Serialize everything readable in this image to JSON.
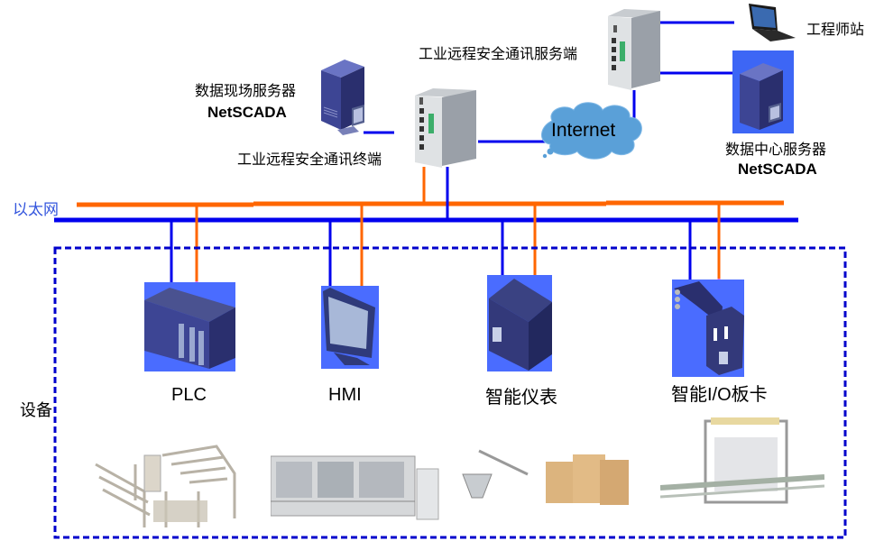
{
  "diagram": {
    "ethernet_label": "以太网",
    "equipment_label": "设备",
    "internet_label": "Internet",
    "site_server": {
      "line1": "数据现场服务器",
      "line2": "NetSCADA"
    },
    "terminal_label": "工业远程安全通讯终端",
    "server_end_label": "工业远程安全通讯服务端",
    "engineer_station_label": "工程师站",
    "center_server": {
      "line1": "数据中心服务器",
      "line2": "NetSCADA"
    },
    "devices": [
      {
        "label": "PLC"
      },
      {
        "label": "HMI"
      },
      {
        "label": "智能仪表"
      },
      {
        "label": "智能I/O板卡"
      }
    ],
    "machines": [
      {
        "name": "pipe-processing-machine"
      },
      {
        "name": "filling-machine"
      },
      {
        "name": "blow-molding-line"
      },
      {
        "name": "packing-machine"
      }
    ],
    "colors": {
      "ethernet_blue": "#0000ee",
      "serial_orange": "#ff6600",
      "pink_stub": "#ff66ff",
      "device_bg": "#4a6cff",
      "label_blue": "#3355dd",
      "cloud": "#5aa0d8"
    }
  }
}
